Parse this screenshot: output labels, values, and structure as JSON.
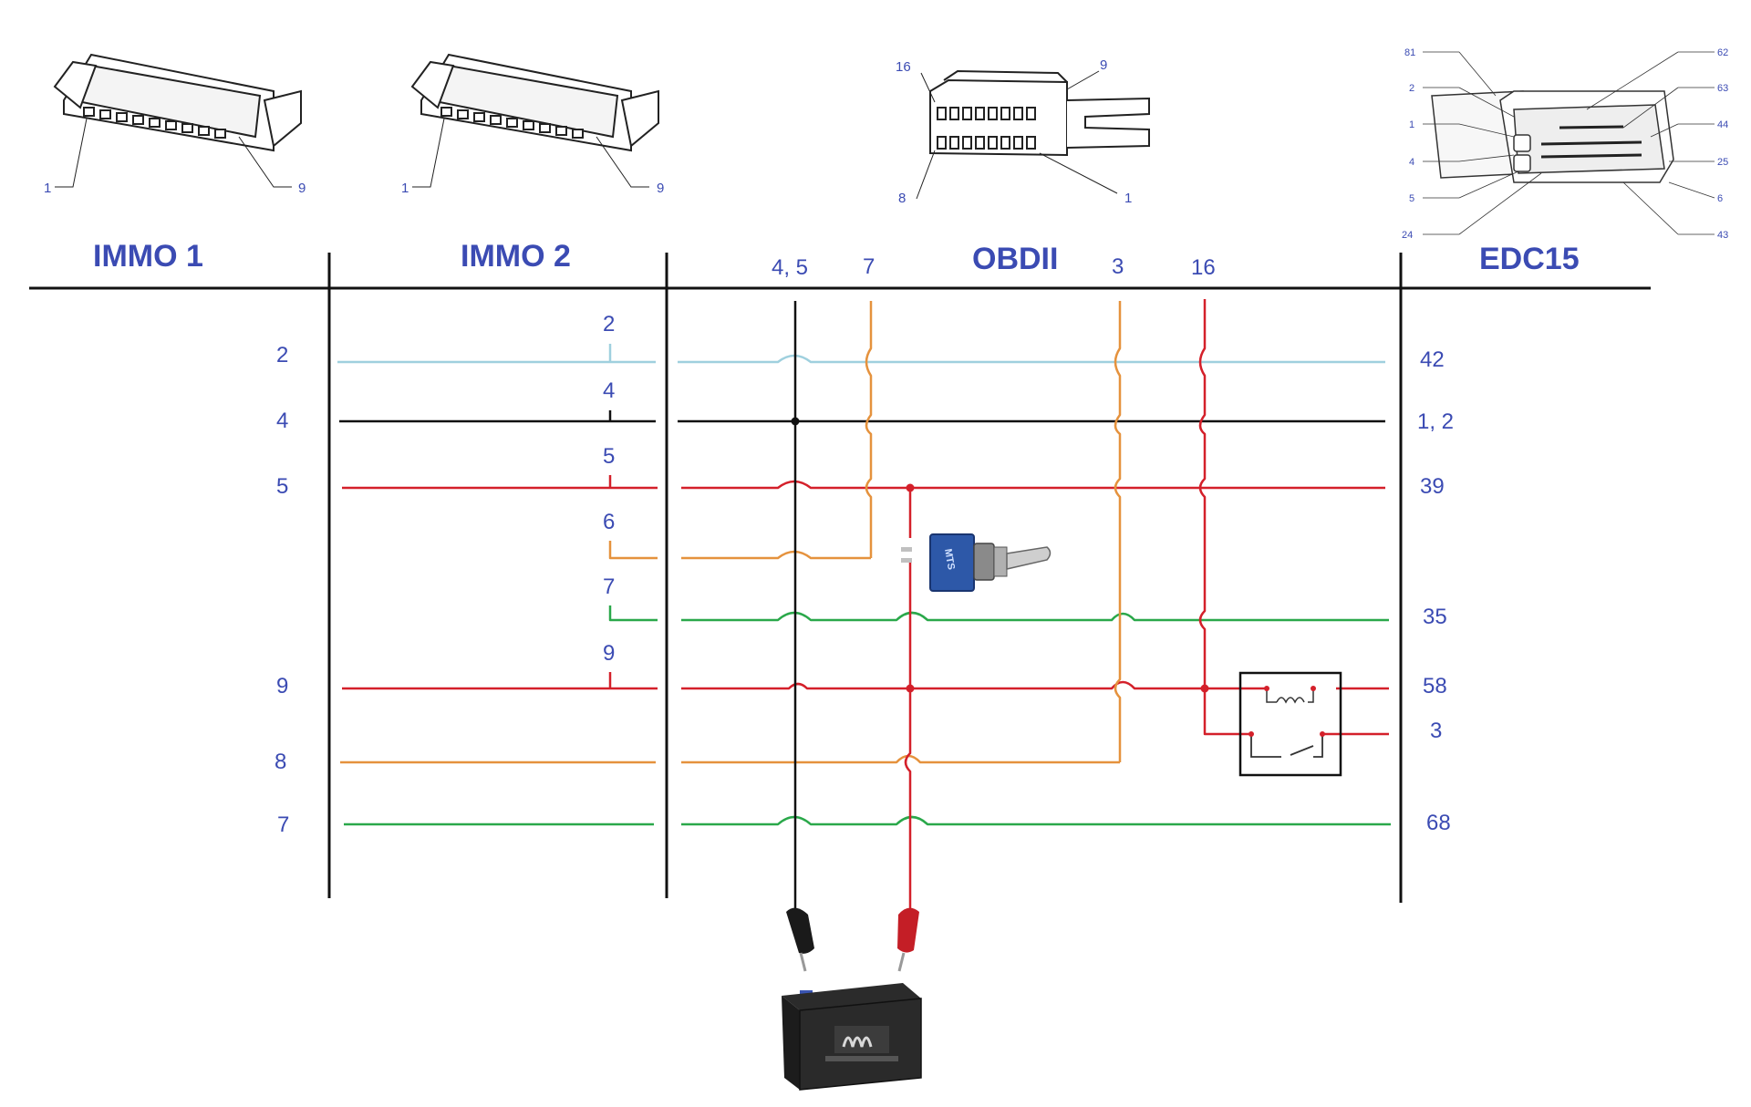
{
  "headers": {
    "immo1": "IMMO  1",
    "immo2": "IMMO  2",
    "obd": "OBDII",
    "edc": "EDC15"
  },
  "obd_pins": [
    "4, 5",
    "7",
    "3",
    "16"
  ],
  "immo1_pins": [
    "2",
    "4",
    "5",
    "9",
    "8",
    "7"
  ],
  "immo2_pins": [
    "2",
    "4",
    "5",
    "6",
    "7",
    "9"
  ],
  "edc_pins": [
    "42",
    "1, 2",
    "39",
    "35",
    "58",
    "3",
    "68"
  ],
  "connector_labels": {
    "immo1": [
      "1",
      "9"
    ],
    "immo2": [
      "1",
      "9"
    ],
    "obd": [
      "16",
      "9",
      "8",
      "1"
    ],
    "edc": [
      "81",
      "2",
      "1",
      "4",
      "5",
      "24",
      "62",
      "63",
      "44",
      "25",
      "6",
      "43"
    ]
  },
  "switch_marking": "MTS",
  "colors": {
    "label": "#3b4bb3",
    "light_blue": "#9fd0de",
    "black": "#111111",
    "red": "#d4202a",
    "orange": "#e5923d",
    "green": "#2aa84a"
  }
}
